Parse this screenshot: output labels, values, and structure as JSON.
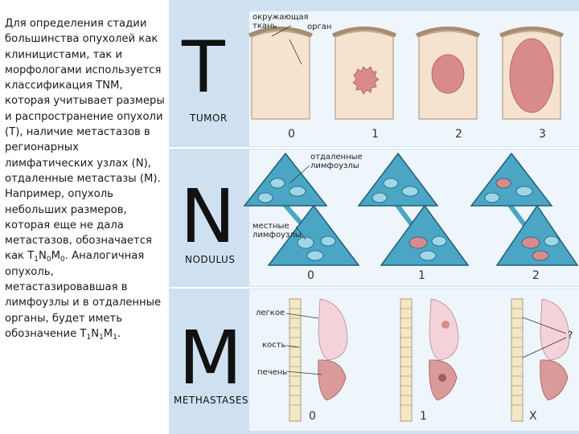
{
  "text": {
    "p1": "Для определения стадии большинства опухолей как клиницистами, так и морфологами используется классификация TNM, которая учитывает размеры и распространение опухоли (Т), наличие метастазов в регионарных лимфатических узлах (N), отдаленные метастазы (М).",
    "p2_a": "Например, опухоль небольших размеров, которая еще не дала метастазов, обозначается как Т",
    "p2_b": ". Аналогичная опухоль, метастазировавшая в лимфоузлы и в отдаленные органы, будет иметь обозначение Т",
    "sub1": "1",
    "n_letter": "N",
    "sub0": "0",
    "m_letter": "M",
    "sub0b": "0",
    "sub1b": "1",
    "n_letter_b": "N",
    "sub1c": "1",
    "m_letter_b": "M",
    "sub1d": "1",
    "end": "."
  },
  "figure": {
    "t_letter": "T",
    "t_caption": "TUMOR",
    "t_labels": {
      "surrounding": "окружающая ткань",
      "organ": "орган"
    },
    "t_stages": [
      "0",
      "1",
      "2",
      "3"
    ],
    "n_letter": "N",
    "n_caption": "NODULUS",
    "n_labels": {
      "distant": "отдаленные лимфоузлы",
      "local": "местные лимфоузлы"
    },
    "n_stages": [
      "0",
      "1",
      "2"
    ],
    "m_letter": "M",
    "m_caption": "METHASTASES",
    "m_labels": {
      "lung": "легкое",
      "bone": "кость",
      "liver": "печень",
      "question": "?"
    },
    "m_stages": [
      "0",
      "1",
      "X"
    ]
  },
  "colors": {
    "panel_bg": "#cfe1f1",
    "tumor_pink": "#d98b8b",
    "node_blue": "#4aa6c4",
    "node_fill": "#6fc2dc",
    "lung_pink": "#f3d3d9",
    "liver": "#d99a9a"
  }
}
